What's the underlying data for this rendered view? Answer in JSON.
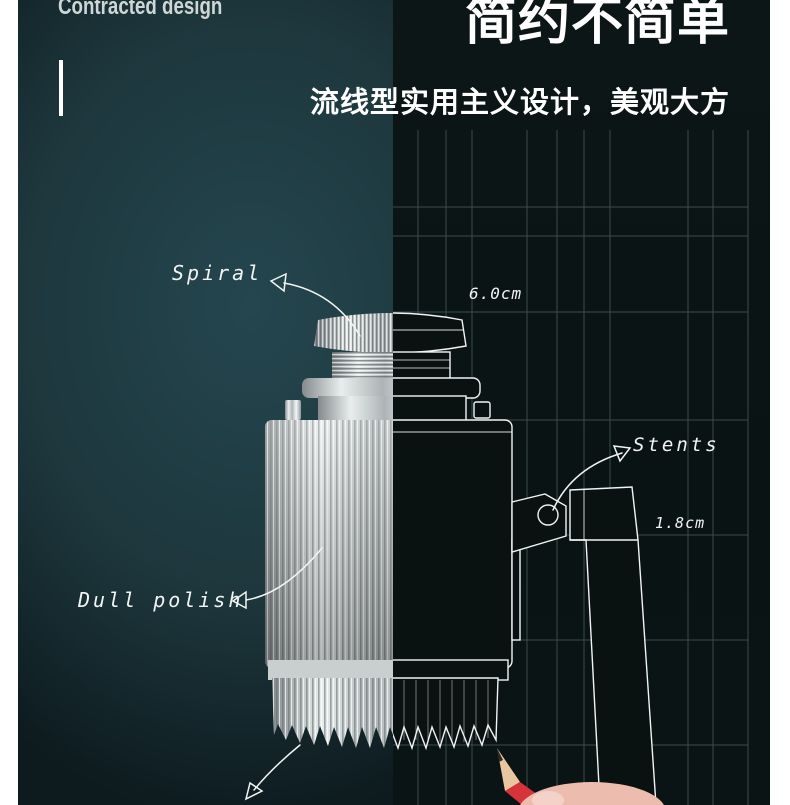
{
  "header": {
    "en_title": "Contracted design",
    "title": "简约不简单",
    "subtitle": "流线型实用主义设计，美观大方"
  },
  "annotations": {
    "spiral": "Spiral",
    "width": "6.0cm",
    "stents": "Stents",
    "height": "1.8cm",
    "dull_polish": "Dull polish"
  },
  "icons": {
    "spiral_arrow": "curved-arrow-icon",
    "stents_arrow": "curved-arrow-icon",
    "dull_polish_arrow": "curved-arrow-icon",
    "blade_arrow": "curved-arrow-icon"
  },
  "colors": {
    "page_bg": "#ffffff",
    "left_panel": "#1d373d",
    "right_panel": "#0c1616",
    "text": "#ffffff",
    "grid": "#3b4b4b",
    "pencil_red": "#d6333a",
    "skin": "#ecbcae"
  }
}
